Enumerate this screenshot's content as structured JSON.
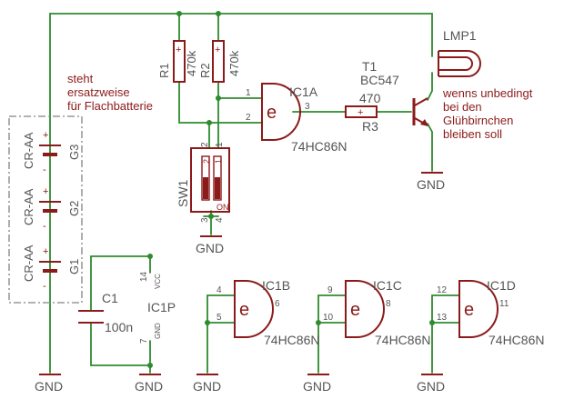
{
  "battery": {
    "cells": [
      {
        "type": "CR-AA",
        "name": "G3"
      },
      {
        "type": "CR-AA",
        "name": "G2"
      },
      {
        "type": "CR-AA",
        "name": "G1"
      }
    ],
    "plus": "+",
    "minus": "-",
    "note": [
      "steht",
      "ersatzweise",
      "für Flachbatterie"
    ]
  },
  "resistors": {
    "r1": {
      "name": "R1",
      "value": "470k"
    },
    "r2": {
      "name": "R2",
      "value": "470k"
    },
    "r3": {
      "name": "R3",
      "value": "470"
    }
  },
  "ic1a": {
    "name": "IC1A",
    "type": "74HC86N",
    "symbol": "e",
    "pin_in1": "1",
    "pin_in2": "2",
    "pin_out": "3"
  },
  "ic1b": {
    "name": "IC1B",
    "type": "74HC86N",
    "symbol": "e",
    "pin_in1": "4",
    "pin_in2": "5",
    "pin_out": "6"
  },
  "ic1c": {
    "name": "IC1C",
    "type": "74HC86N",
    "symbol": "e",
    "pin_in1": "9",
    "pin_in2": "10",
    "pin_out": "8"
  },
  "ic1d": {
    "name": "IC1D",
    "type": "74HC86N",
    "symbol": "e",
    "pin_in1": "12",
    "pin_in2": "13",
    "pin_out": "11"
  },
  "ic1p": {
    "name": "IC1P",
    "vcc_pin": "14",
    "vcc_label": "VCC",
    "gnd_pin": "7",
    "gnd_label": "GND"
  },
  "transistor": {
    "name": "T1",
    "type": "BC547"
  },
  "lamp": {
    "name": "LMP1",
    "note": [
      "wenns unbedingt",
      "bei den",
      "Glühbirnchen",
      "bleiben soll"
    ]
  },
  "switch": {
    "name": "SW1",
    "on_label": "ON",
    "pins": [
      "1",
      "2",
      "3",
      "4"
    ]
  },
  "capacitor": {
    "name": "C1",
    "value": "100n"
  },
  "gnd_label": "GND"
}
